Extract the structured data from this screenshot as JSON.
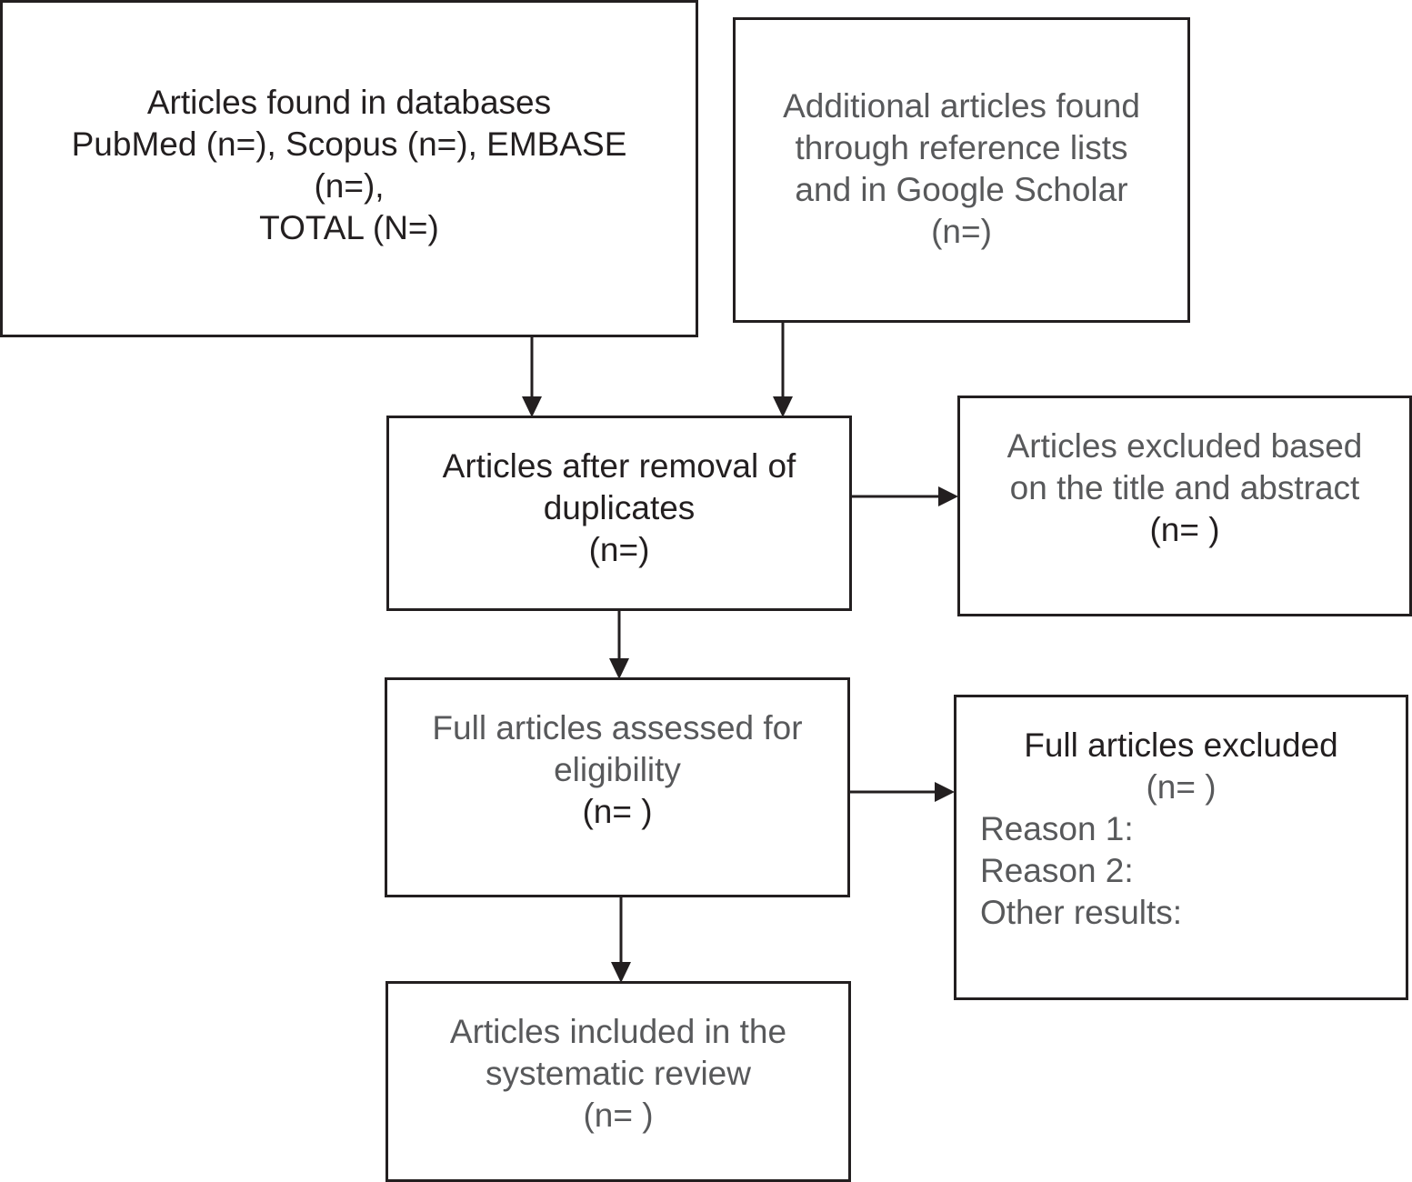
{
  "boxes": {
    "databases": {
      "lines": [
        "Articles found in databases",
        "PubMed (n=), Scopus (n=), EMBASE",
        "(n=),",
        "TOTAL (N=)"
      ]
    },
    "additional": {
      "lines": [
        "Additional articles found",
        "through reference lists",
        "and in Google Scholar",
        "(n=)"
      ]
    },
    "after_duplicates": {
      "lines": [
        "Articles after removal of",
        "duplicates",
        "(n=)"
      ]
    },
    "excluded_title_abstract": {
      "lines": [
        "Articles excluded based",
        "on the title and abstract",
        "(n= )"
      ]
    },
    "full_assessed": {
      "lines": [
        "Full articles assessed for",
        "eligibility",
        "(n= )"
      ]
    },
    "full_excluded": {
      "title": "Full articles excluded",
      "count": "(n= )",
      "reasons": [
        "Reason 1:",
        "Reason 2:",
        "Other results:"
      ]
    },
    "included": {
      "lines": [
        "Articles included in the",
        "systematic review",
        "(n= )"
      ]
    }
  },
  "colors": {
    "stroke": "#231f20",
    "text_dark": "#231f20",
    "text_grey": "#58595b"
  }
}
